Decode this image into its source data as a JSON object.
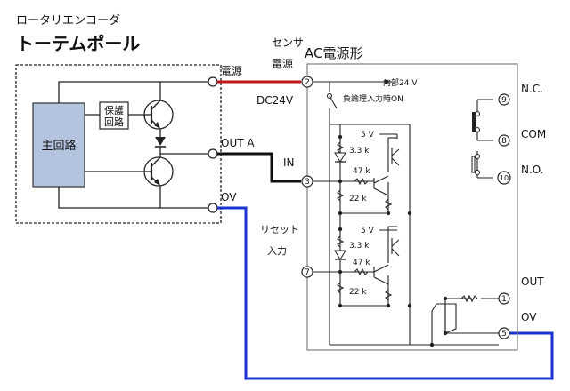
{
  "header": {
    "subtitle": "ロータリエンコーダ",
    "title": "トーテムポール"
  },
  "encoder": {
    "main_circuit": "主回路",
    "protection": [
      "保護",
      "回路"
    ],
    "power": "電源",
    "output": "OUT A",
    "ground": "OV"
  },
  "sensor_power": {
    "line1": "センサ",
    "line2": "電源",
    "voltage": "DC24V"
  },
  "module": {
    "title": "AC電源形",
    "internal_supply": "内部24 V",
    "neg_logic": "負論理入力時ON",
    "input_label": "IN",
    "reset_label": [
      "リセット",
      "入力"
    ],
    "terminals": [
      "2",
      "3",
      "7",
      "1",
      "5",
      "9",
      "8",
      "10"
    ],
    "relay_labels": [
      "N.C.",
      "COM",
      "N.O."
    ],
    "out_label": "OUT",
    "ov_label": "OV",
    "supply_5v": "5 V",
    "resistors": [
      "3.3 k",
      "47 k",
      "22 k"
    ]
  }
}
